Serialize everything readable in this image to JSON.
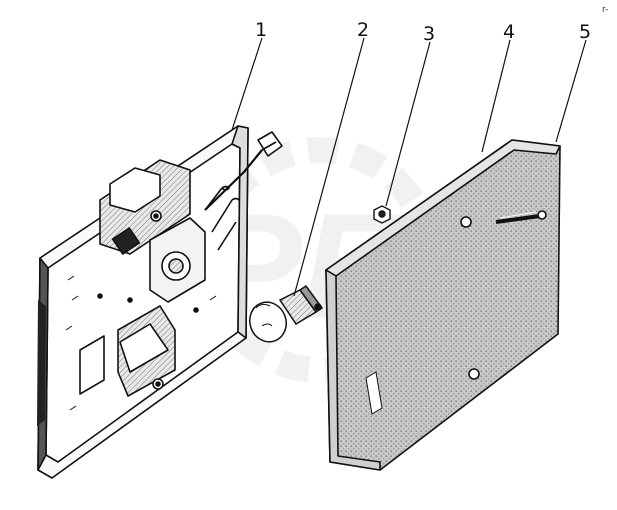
{
  "diagram": {
    "callouts": [
      {
        "id": "1",
        "label": "1"
      },
      {
        "id": "2",
        "label": "2"
      },
      {
        "id": "3",
        "label": "3"
      },
      {
        "id": "4",
        "label": "4"
      },
      {
        "id": "5",
        "label": "5"
      }
    ],
    "corner_mark": "r-",
    "watermark": "OPEX"
  },
  "colors": {
    "ink": "#111111",
    "lens_fill": "#bdbdbd",
    "watermark": "#e7e7e7"
  }
}
